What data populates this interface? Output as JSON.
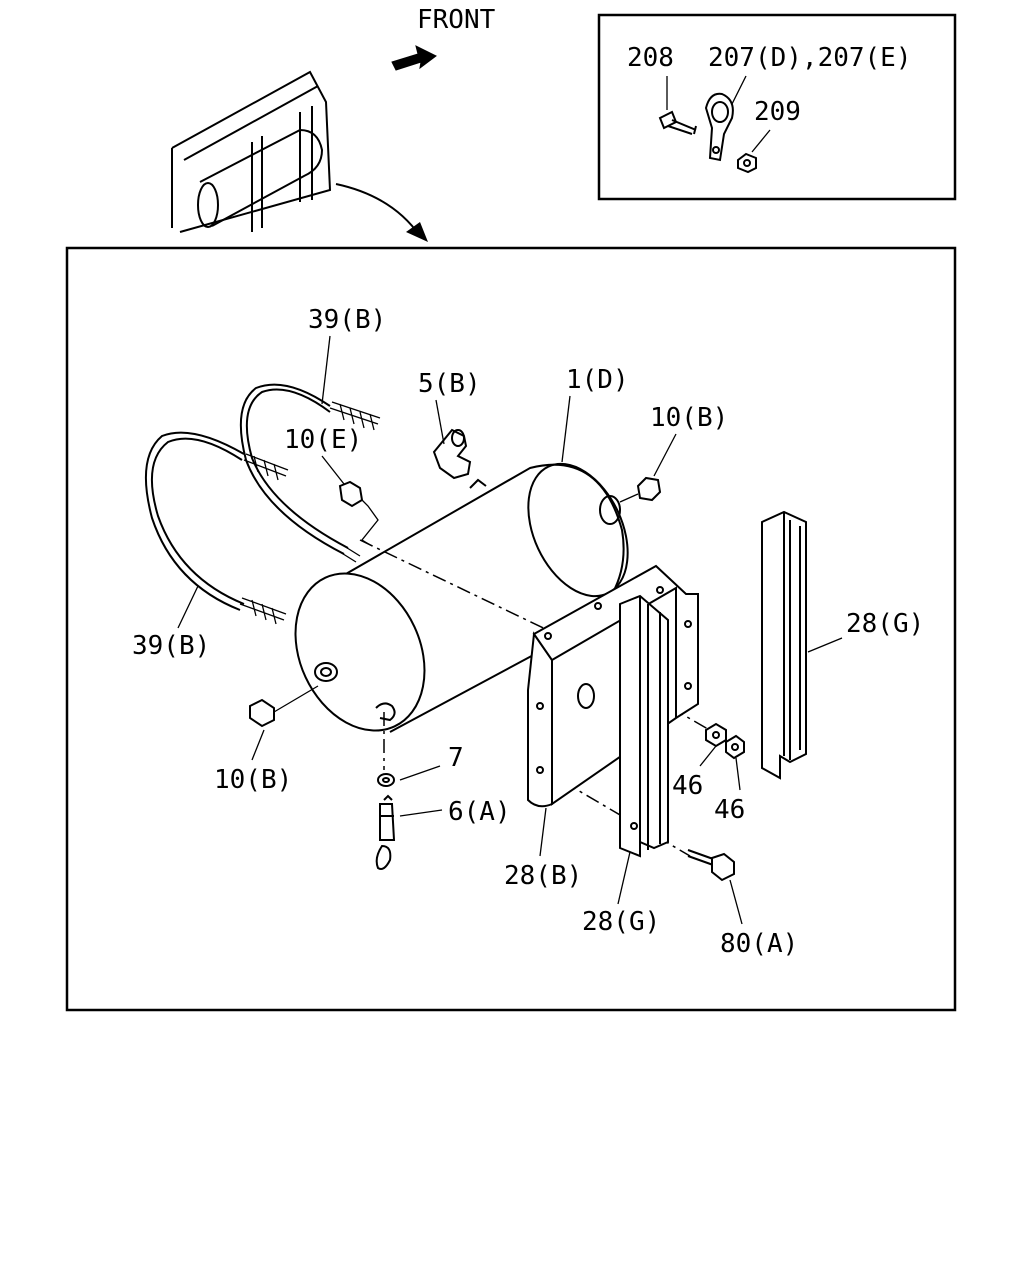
{
  "direction_label": "FRONT",
  "inset_labels": {
    "bolt": "208",
    "clip": "207(D),207(E)",
    "nut": "209"
  },
  "labels": {
    "tank": "1(D)",
    "valve": "5(B)",
    "drain": "6(A)",
    "washer": "7",
    "plug_right": "10(B)",
    "plug_left": "10(B)",
    "plug_top": "10(E)",
    "strap_upper": "39(B)",
    "strap_lower": "39(B)",
    "bracket": "28(B)",
    "channel_front": "28(G)",
    "channel_right": "28(G)",
    "nut_a": "46",
    "nut_b": "46",
    "bolt": "80(A)"
  }
}
